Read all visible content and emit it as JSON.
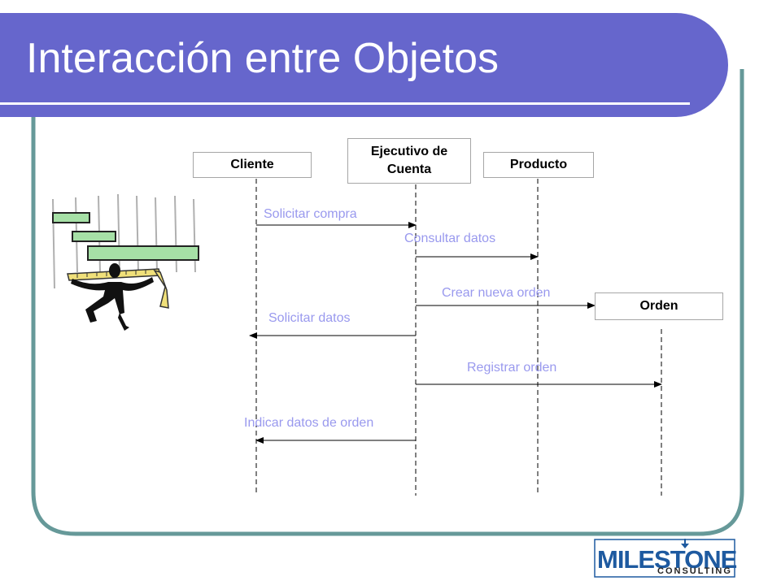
{
  "slide": {
    "title": "Interacción entre Objetos",
    "colors": {
      "title_bar": "#6666cc",
      "frame": "#669999",
      "message_text": "#9999ee",
      "box_border": "#a6a6a6",
      "logo": "#1e5aa0"
    }
  },
  "diagram": {
    "objects": [
      {
        "id": "cliente",
        "label": "Cliente"
      },
      {
        "id": "ejecutivo",
        "label": "Ejecutivo de Cuenta"
      },
      {
        "id": "producto",
        "label": "Producto"
      },
      {
        "id": "orden",
        "label": "Orden"
      }
    ],
    "messages": [
      {
        "label": "Solicitar compra",
        "from": "cliente",
        "to": "ejecutivo"
      },
      {
        "label": "Consultar datos",
        "from": "ejecutivo",
        "to": "producto"
      },
      {
        "label": "Crear nueva orden",
        "from": "ejecutivo",
        "to": "orden"
      },
      {
        "label": "Solicitar datos",
        "from": "ejecutivo",
        "to": "cliente"
      },
      {
        "label": "Registrar orden",
        "from": "ejecutivo",
        "to": "orden"
      },
      {
        "label": "Indicar datos de orden",
        "from": "ejecutivo",
        "to": "cliente"
      }
    ]
  },
  "illustration": {
    "icon": "person-lifting-bars-clipart"
  },
  "logo": {
    "name": "MILESTONE",
    "tagline": "CONSULTING",
    "icon": "compass-arrow-icon"
  }
}
